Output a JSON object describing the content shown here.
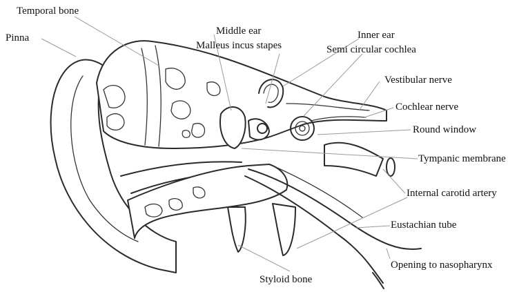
{
  "diagram": {
    "labels": {
      "temporal_bone": "Temporal bone",
      "pinna": "Pinna",
      "middle_ear": "Middle ear",
      "malleus_incus_stapes": "Malleus incus stapes",
      "inner_ear": "Inner ear",
      "semi_circular_cochlea": "Semi circular cochlea",
      "vestibular_nerve": "Vestibular nerve",
      "cochlear_nerve": "Cochlear nerve",
      "round_window": "Round window",
      "tympanic_membrane": "Tympanic membrane",
      "internal_carotid_artery": "Internal carotid artery",
      "eustachian_tube": "Eustachian tube",
      "opening_to_nasopharynx": "Opening to nasopharynx",
      "styloid_bone": "Styloid bone"
    }
  }
}
